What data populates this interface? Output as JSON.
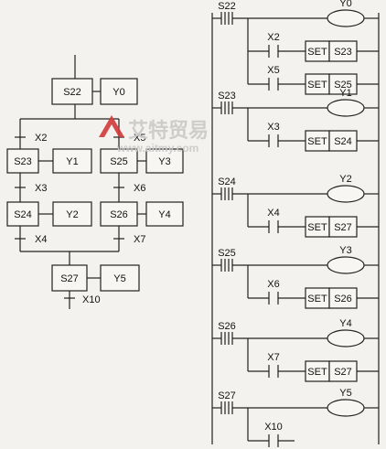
{
  "sfc": {
    "initial": {
      "step": "S22",
      "output": "Y0"
    },
    "branch_transitions": [
      "X2",
      "X5"
    ],
    "left_branch": {
      "steps": [
        {
          "step": "S23",
          "output": "Y1"
        },
        {
          "step": "S24",
          "output": "Y2"
        }
      ],
      "transitions": [
        "X3",
        "X4"
      ]
    },
    "right_branch": {
      "steps": [
        {
          "step": "S25",
          "output": "Y3"
        },
        {
          "step": "S26",
          "output": "Y4"
        }
      ],
      "transitions": [
        "X6",
        "X7"
      ]
    },
    "merge": {
      "step": "S27",
      "output": "Y5"
    },
    "final_transition": "X10"
  },
  "ladder": [
    {
      "step": "S22",
      "coil": "Y0",
      "branches": [
        {
          "contact": "X2",
          "set_label": "SET",
          "target": "S23"
        },
        {
          "contact": "X5",
          "set_label": "SET",
          "target": "S25"
        }
      ]
    },
    {
      "step": "S23",
      "coil": "Y1",
      "branches": [
        {
          "contact": "X3",
          "set_label": "SET",
          "target": "S24"
        }
      ]
    },
    {
      "step": "S24",
      "coil": "Y2",
      "branches": [
        {
          "contact": "X4",
          "set_label": "SET",
          "target": "S27"
        }
      ]
    },
    {
      "step": "S25",
      "coil": "Y3",
      "branches": [
        {
          "contact": "X6",
          "set_label": "SET",
          "target": "S26"
        }
      ]
    },
    {
      "step": "S26",
      "coil": "Y4",
      "branches": [
        {
          "contact": "X7",
          "set_label": "SET",
          "target": "S27"
        }
      ]
    },
    {
      "step": "S27",
      "coil": "Y5",
      "branches": [
        {
          "contact": "X10",
          "set_label": "",
          "target": ""
        }
      ]
    }
  ],
  "watermark": {
    "text": "艾特贸易",
    "url": "www.aitmy.com"
  }
}
